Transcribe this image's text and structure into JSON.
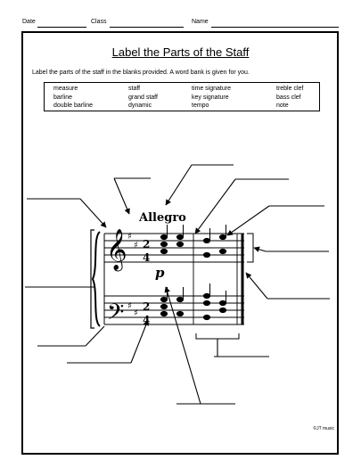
{
  "header": {
    "date_label": "Date",
    "class_label": "Class",
    "name_label": "Name"
  },
  "worksheet": {
    "title": "Label the Parts of the Staff",
    "instructions": "Label the parts of the staff in the blanks provided.  A word bank is given for you.",
    "word_bank": [
      [
        "measure",
        "staff",
        "time signature",
        "treble clef"
      ],
      [
        "barline",
        "grand staff",
        "key signature",
        "bass clef"
      ],
      [
        "double barline",
        "dynamic",
        "tempo",
        "note"
      ]
    ],
    "score": {
      "tempo_marking": "Allegro",
      "dynamic_marking": "p",
      "time_signature_top": "2",
      "time_signature_bottom": "4"
    },
    "copyright": "©JT music"
  }
}
